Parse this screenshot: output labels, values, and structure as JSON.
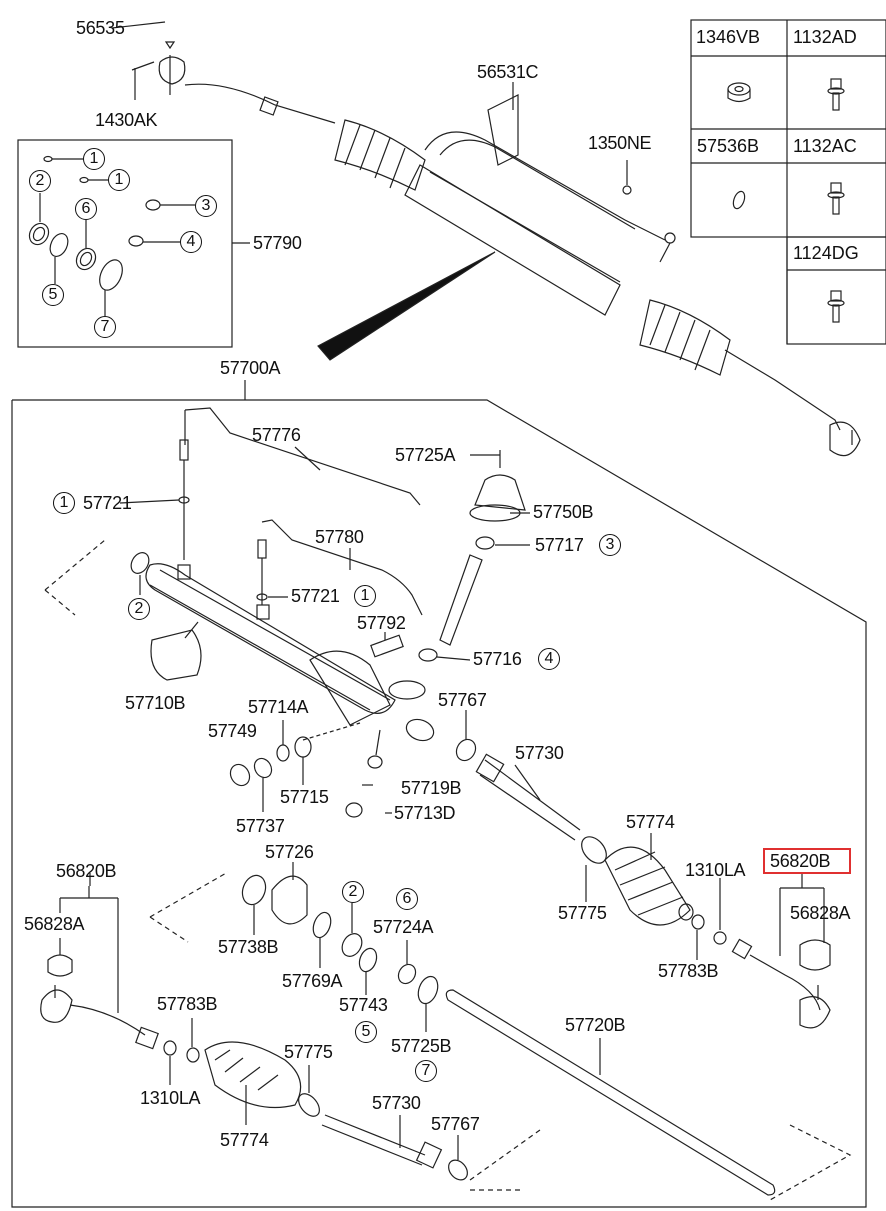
{
  "diagram": {
    "highlight_color": "#e03030",
    "legend_table": {
      "headers": [
        "1346VB",
        "1132AD",
        "57536B",
        "1132AC",
        "1124DG"
      ],
      "icons": [
        "hex-nut-icon",
        "flange-bolt-icon",
        "o-ring-icon",
        "flange-bolt-icon",
        "flange-bolt-icon"
      ]
    },
    "kit": {
      "label": "57790",
      "refs": [
        "1",
        "1",
        "2",
        "3",
        "4",
        "5",
        "6",
        "7"
      ]
    },
    "labels": {
      "l56535": "56535",
      "l1430AK": "1430AK",
      "l56531C": "56531C",
      "l1350NE": "1350NE",
      "l57700A": "57700A",
      "l57776": "57776",
      "l57725A": "57725A",
      "l57721a": "57721",
      "l57750B": "57750B",
      "l57780": "57780",
      "l57717": "57717",
      "l57721b": "57721",
      "l57792": "57792",
      "l57716": "57716",
      "l57710B": "57710B",
      "l57714A": "57714A",
      "l57749": "57749",
      "l57767a": "57767",
      "l57730a": "57730",
      "l57719B": "57719B",
      "l57715": "57715",
      "l57713D": "57713D",
      "l57737": "57737",
      "l57774a": "57774",
      "l56820Ba": "56820B",
      "l56820Bb": "56820B",
      "l57726": "57726",
      "l1310LAa": "1310LA",
      "l57775a": "57775",
      "l56828Aa": "56828A",
      "l56828Ab": "56828A",
      "l57724A": "57724A",
      "l57738B": "57738B",
      "l57769A": "57769A",
      "l57783Ba": "57783B",
      "l57743": "57743",
      "l57783Bb": "57783B",
      "l57720B": "57720B",
      "l57725B": "57725B",
      "l57775b": "57775",
      "l1310LAb": "1310LA",
      "l57730b": "57730",
      "l57767b": "57767",
      "l57774b": "57774"
    },
    "refs": {
      "r57721a": "1",
      "r57717": "3",
      "r57721b": "1",
      "r57716": "4",
      "r2a": "2",
      "r2b": "2",
      "r6": "6",
      "r5": "5",
      "r7": "7"
    }
  }
}
